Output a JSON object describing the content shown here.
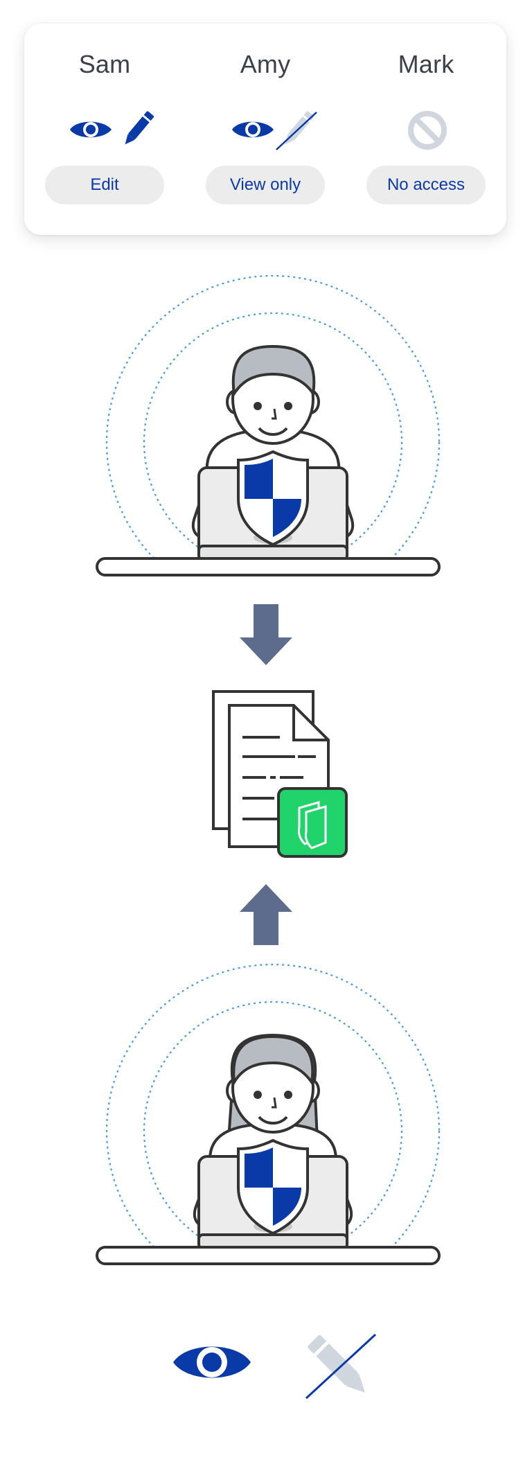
{
  "permissions": {
    "users": [
      {
        "name": "Sam",
        "access_label": "Edit",
        "can_view": true,
        "can_edit": true,
        "no_access": false
      },
      {
        "name": "Amy",
        "access_label": "View only",
        "can_view": true,
        "can_edit": false,
        "no_access": false
      },
      {
        "name": "Mark",
        "access_label": "No access",
        "can_view": false,
        "can_edit": false,
        "no_access": true
      }
    ]
  },
  "icons": {
    "view": "eye-icon",
    "edit": "pencil-icon",
    "edit_disabled": "pencil-crossed-icon",
    "no_access": "prohibited-icon",
    "shield": "shield-icon",
    "document": "document-icon",
    "app_badge": "app-badge-icon",
    "arrow_down": "arrow-down-icon",
    "arrow_up": "arrow-up-icon"
  },
  "colors": {
    "brand_blue": "#0a3aa8",
    "disabled_gray": "#cfd6de",
    "card_bg": "#ffffff",
    "pill_bg": "#ececec",
    "dotted_ring": "#4d9bdd",
    "arrow": "#5d6b8c",
    "badge_green": "#21d36b",
    "hair_gray": "#b7bbc2",
    "outline": "#333333"
  }
}
